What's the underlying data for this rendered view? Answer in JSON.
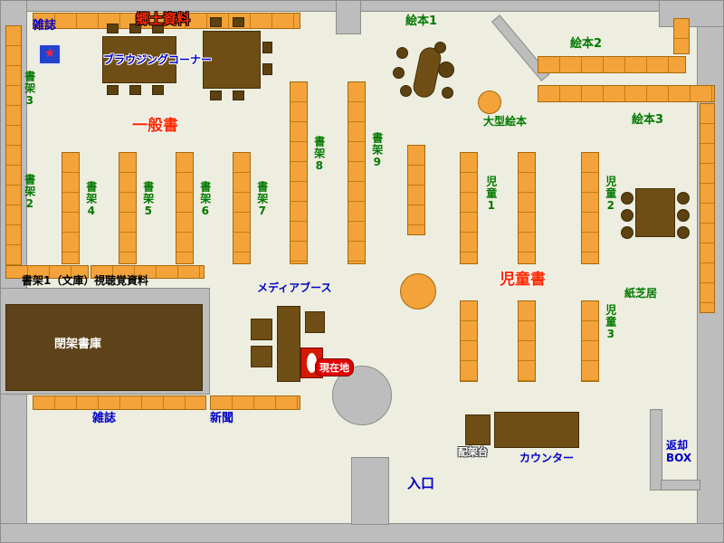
{
  "map": {
    "colors": {
      "floor": "#EDEEDF",
      "wall": "#BDBDBD",
      "shelf": "#F3A33A",
      "table": "#6F4E16",
      "green_label": "#007800",
      "blue_label": "#0000C8",
      "red_label": "#FF2800",
      "current_badge": "#E00000"
    },
    "icons": {
      "star": "★"
    },
    "labels": {
      "magazines_top": "雑誌",
      "local_materials": "郷土資料",
      "browsing_corner": "ブラウジングコーナー",
      "general_books": "一般書",
      "picture_books_1": "絵本1",
      "picture_books_2": "絵本2",
      "picture_books_3": "絵本3",
      "large_picture_books": "大型絵本",
      "shelf_1_bunko": "書架1（文庫）",
      "shelf_2": "書架2",
      "shelf_3": "書架3",
      "shelf_4": "書架4",
      "shelf_5": "書架5",
      "shelf_6": "書架6",
      "shelf_7": "書架7",
      "shelf_8": "書架8",
      "shelf_9": "書架9",
      "children_1": "児童1",
      "children_2": "児童2",
      "children_3": "児童3",
      "children_books": "児童書",
      "kamishibai": "紙芝居",
      "av_materials": "視聴覚資料",
      "media_booth": "メディアブース",
      "closed_stacks": "閉架書庫",
      "current_location": "現在地",
      "magazines_bottom": "雑誌",
      "newspapers": "新聞",
      "sorting_table": "配架台",
      "counter": "カウンター",
      "return_box": "返却\nBOX",
      "entrance": "入口"
    }
  }
}
